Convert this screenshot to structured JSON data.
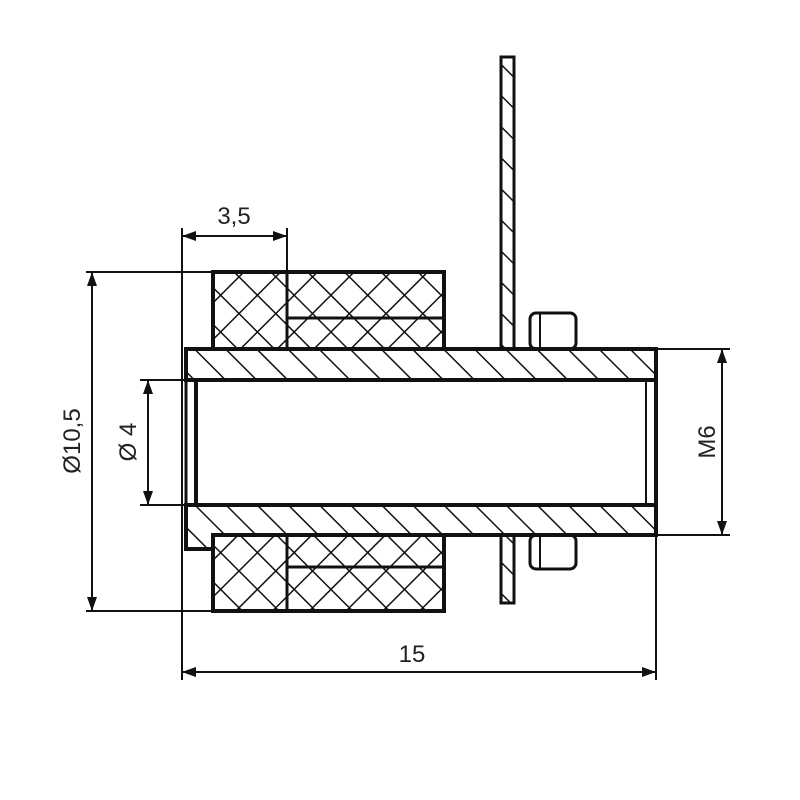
{
  "drawing": {
    "colors": {
      "line": "#111111",
      "background": "#ffffff"
    },
    "dimensions": {
      "top_width": "3,5",
      "outer_diameter": "Ø10,5",
      "inner_diameter": "Ø 4",
      "thread": "M6",
      "overall_length": "15"
    }
  }
}
